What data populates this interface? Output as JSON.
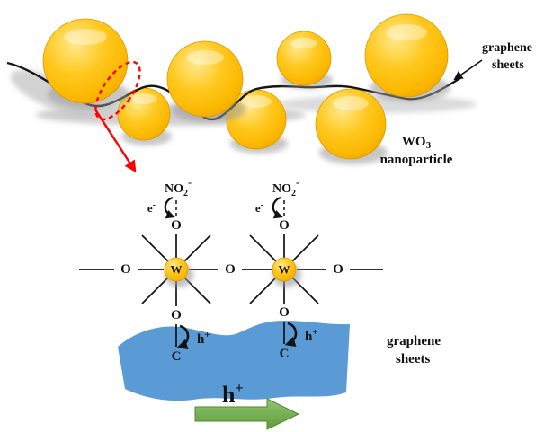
{
  "top_section": {
    "graphene_label_line1": "graphene",
    "graphene_label_line2": "sheets",
    "particle_label_main": "WO",
    "particle_label_sub": "3",
    "particle_label_line2": "nanoparticle"
  },
  "molecule_section": {
    "no2_main": "NO",
    "no2_sub": "2",
    "no2_sup": "-",
    "electron_main": "e",
    "electron_sup": "-",
    "oxygen": "O",
    "tungsten": "W",
    "carbon": "C",
    "hole_main": "h",
    "hole_sup": "+",
    "graphene_label_line1": "graphene",
    "graphene_label_line2": "sheets"
  },
  "bottom_section": {
    "hole_main": "h",
    "hole_sup": "+"
  },
  "colors": {
    "nanoparticle_gold": "#FFC000",
    "graphene_band_blue": "#5B9BD5",
    "arrow_green": "#70AD47",
    "highlight_red": "#FF0000"
  }
}
